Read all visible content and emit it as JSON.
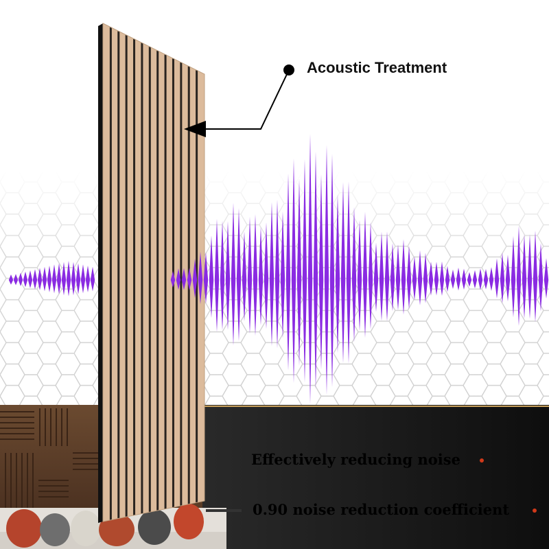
{
  "callout": {
    "label": "Acoustic Treatment"
  },
  "features": [
    {
      "text": "Effectively reducing noise"
    },
    {
      "text": "0.90 noise reduction coefficient"
    }
  ],
  "colors": {
    "wave": "#8a2be2",
    "panel_wood": "#d8b89a",
    "panel_slat_gap": "#2a2420",
    "dark_panel": "#1c1c1c",
    "background": "#ffffff"
  },
  "icons": [
    "callout-dot-icon",
    "arrow-pointer-icon",
    "bullet-icon"
  ]
}
